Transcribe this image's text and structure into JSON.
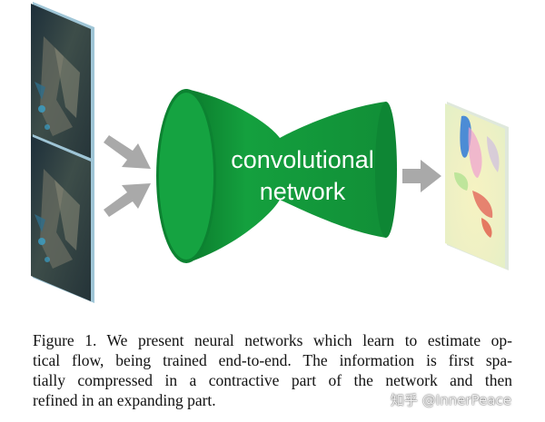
{
  "network_label": {
    "line1": "convolutional",
    "line2": "network"
  },
  "caption": {
    "lines": [
      "Figure 1. We present neural networks which learn to estimate op-",
      "tical flow, being trained end-to-end.  The information is first spa-",
      "tially compressed in a contractive part of the network and then",
      "refined in an expanding part."
    ]
  },
  "watermark": "知乎 @InnerPeace",
  "colors": {
    "network_green": "#12953a",
    "arrow_gray": "#a9a9a9"
  }
}
